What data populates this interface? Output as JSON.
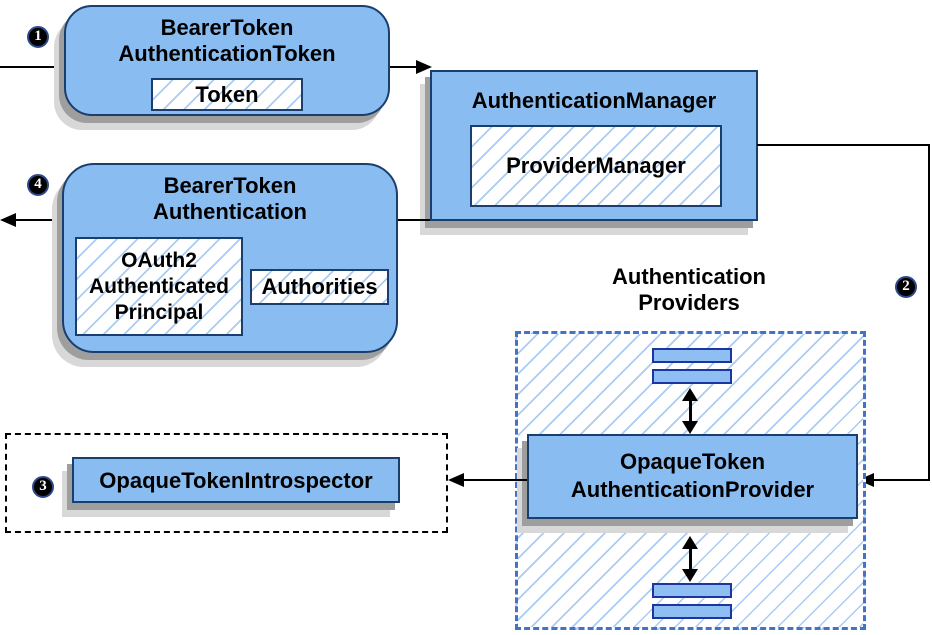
{
  "badges": {
    "step1": "1",
    "step2": "2",
    "step3": "3",
    "step4": "4"
  },
  "nodes": {
    "bearer_token_authentication_token": {
      "title_line1": "BearerToken",
      "title_line2": "AuthenticationToken",
      "token_label": "Token"
    },
    "authentication_manager": {
      "title": "AuthenticationManager",
      "provider_manager_label": "ProviderManager"
    },
    "bearer_token_authentication": {
      "title_line1": "BearerToken",
      "title_line2": "Authentication",
      "principal_line1": "OAuth2",
      "principal_line2": "Authenticated",
      "principal_line3": "Principal",
      "authorities_label": "Authorities"
    },
    "authentication_providers": {
      "label_line1": "Authentication",
      "label_line2": "Providers"
    },
    "opaque_token_authentication_provider": {
      "title_line1": "OpaqueToken",
      "title_line2": "AuthenticationProvider"
    },
    "opaque_token_introspector": {
      "label": "OpaqueTokenIntrospector"
    }
  },
  "colors": {
    "node_fill": "#89BDF2",
    "node_border": "#1A3E6E",
    "bar_fill": "#8FBEF2",
    "bar_border": "#1B35A3",
    "hatch_line": "#A9CBF4",
    "region_border": "#4472C4",
    "black_dashed_border": "#000000",
    "shadow_dark": "#9E9E9E",
    "shadow_light": "#D8D8D8",
    "arrow": "#000000",
    "badge_bg": "#000000",
    "badge_text": "#FFFFFF"
  }
}
